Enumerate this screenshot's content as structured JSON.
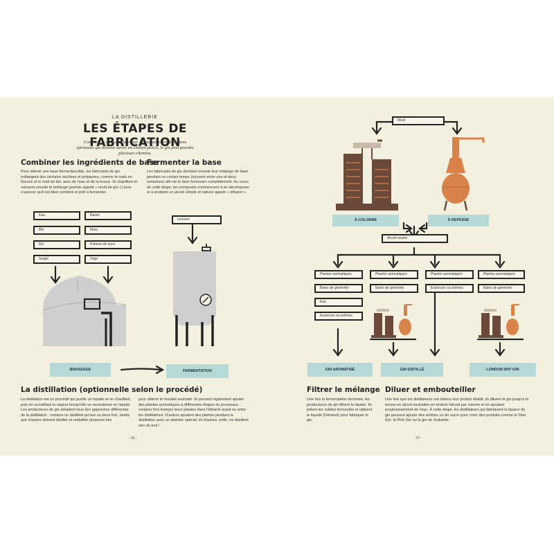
{
  "left": {
    "supertitle": "LA DISTILLERIE",
    "title": "LES ÉTAPES DE FABRICATION",
    "intro": "Comment le gin est-il fabriqué ? Contrairement à d'autres spiritueux qui doivent suivre un chemin précis, le gin peut prendre plusieurs chemins.",
    "sec1_heading": "Combiner les ingrédients de base",
    "sec1_text": "Pour obtenir une base fermentescible, les fabricants de gin mélangent des céréales séchées et préparées, comme le maïs en flocons et le malt de blé, avec de l'eau et de la levure. Ils chauffent et remuent ensuite le mélange (parfois appelé « moût de gin ») pour s'assurer qu'il est bien combiné et prêt à fermenter.",
    "sec2_heading": "Fermenter la base",
    "sec2_text": "Les fabricants de gin stockent ensuite leur mélange de base pendant un certain temps (souvent entre une et deux semaines) afin de le faire fermenter complètement. Au cours de cette étape, les composés commencent à se décomposer et à produire un alcool simple et naturel appelé « éthanol ».",
    "ingredients": [
      "Eau",
      "Raisin",
      "Blé",
      "Maïs",
      "Riz",
      "Pomme de terre",
      "Seigle",
      "Orge"
    ],
    "levures": "Levures",
    "stage_brassage": "BRASSAGE",
    "stage_fermentation": "FERMENTATION",
    "sec3_heading": "La distillation (optionnelle selon le procédé)",
    "sec3_text_a": "La distillation est un procédé qui purifie un liquide en le chauffant, puis en recueillant la vapeur lorsqu'elle se recondense en liquide. Les producteurs de gin adoptent tous des approches différentes de la distillation : certains ne distillent qu'une ou deux fois, tandis que d'autres doivent distiller et redistiller plusieurs fois",
    "sec3_text_b": "pour obtenir le résultat souhaité. Ils peuvent également ajouter des plantes aromatiques à différentes étapes du processus : certains font tremper leurs plantes dans l'éthanol avant ou entre les distillations. D'autres ajoutent des plantes pendant la distillation avec un alambic spécial. Et d'autres, enfin, ne distillent rien du tout !",
    "page_number": "- 96 -"
  },
  "right": {
    "mout": "Moût",
    "stage_colonne": "À COLONNE",
    "stage_repasse": "À REPASSE",
    "alcool_neutre": "Alcool neutre",
    "branch1": [
      "Plantes aromatiques",
      "Baies de genévrier",
      "Eau",
      "Essences ou arômes"
    ],
    "branch2": [
      "Plantes aromatiques",
      "Baies de genévrier"
    ],
    "branch3": [
      "Plantes aromatiques",
      "Essences ou arômes"
    ],
    "branch4": [
      "Plantes aromatiques",
      "Baies de genévrier"
    ],
    "stage_aromatise": "GIN AROMATISÉ",
    "stage_distille": "GIN DISTILLÉ",
    "stage_london": "LONDON DRY GIN",
    "sec4_heading": "Filtrer le mélange",
    "sec4_text": "Une fois la fermentation terminée, les producteurs de gin filtrent le liquide. Ils jettent les solides fermentés et utilisent le liquide (l'éthanol) pour fabriquer le gin.",
    "sec5_heading": "Diluer et embouteiller",
    "sec5_text": "Une fois que les distillateurs ont obtenu leur produit distillé, ils diluent le gin jusqu'à la teneur en alcool souhaitée en testant l'alcool par volume et en ajoutant progressivement de l'eau. À cette étape, les distillateurs qui fabriquent la liqueur de gin peuvent ajouter des arômes ou du sucre pour créer des produits comme le Sloe Gin, le Pink Gin ou le gin de rhubarbe.",
    "page_number": "- 97 -"
  },
  "colors": {
    "paper": "#f3f0df",
    "stage": "#b6d8d6",
    "copper": "#d9824a",
    "brown": "#6b4a3a",
    "grey": "#cfcfcf",
    "ink": "#222222"
  },
  "icons": [
    "brewing-dome-icon",
    "fermentation-tank-icon",
    "column-still-icon",
    "pot-still-icon"
  ]
}
